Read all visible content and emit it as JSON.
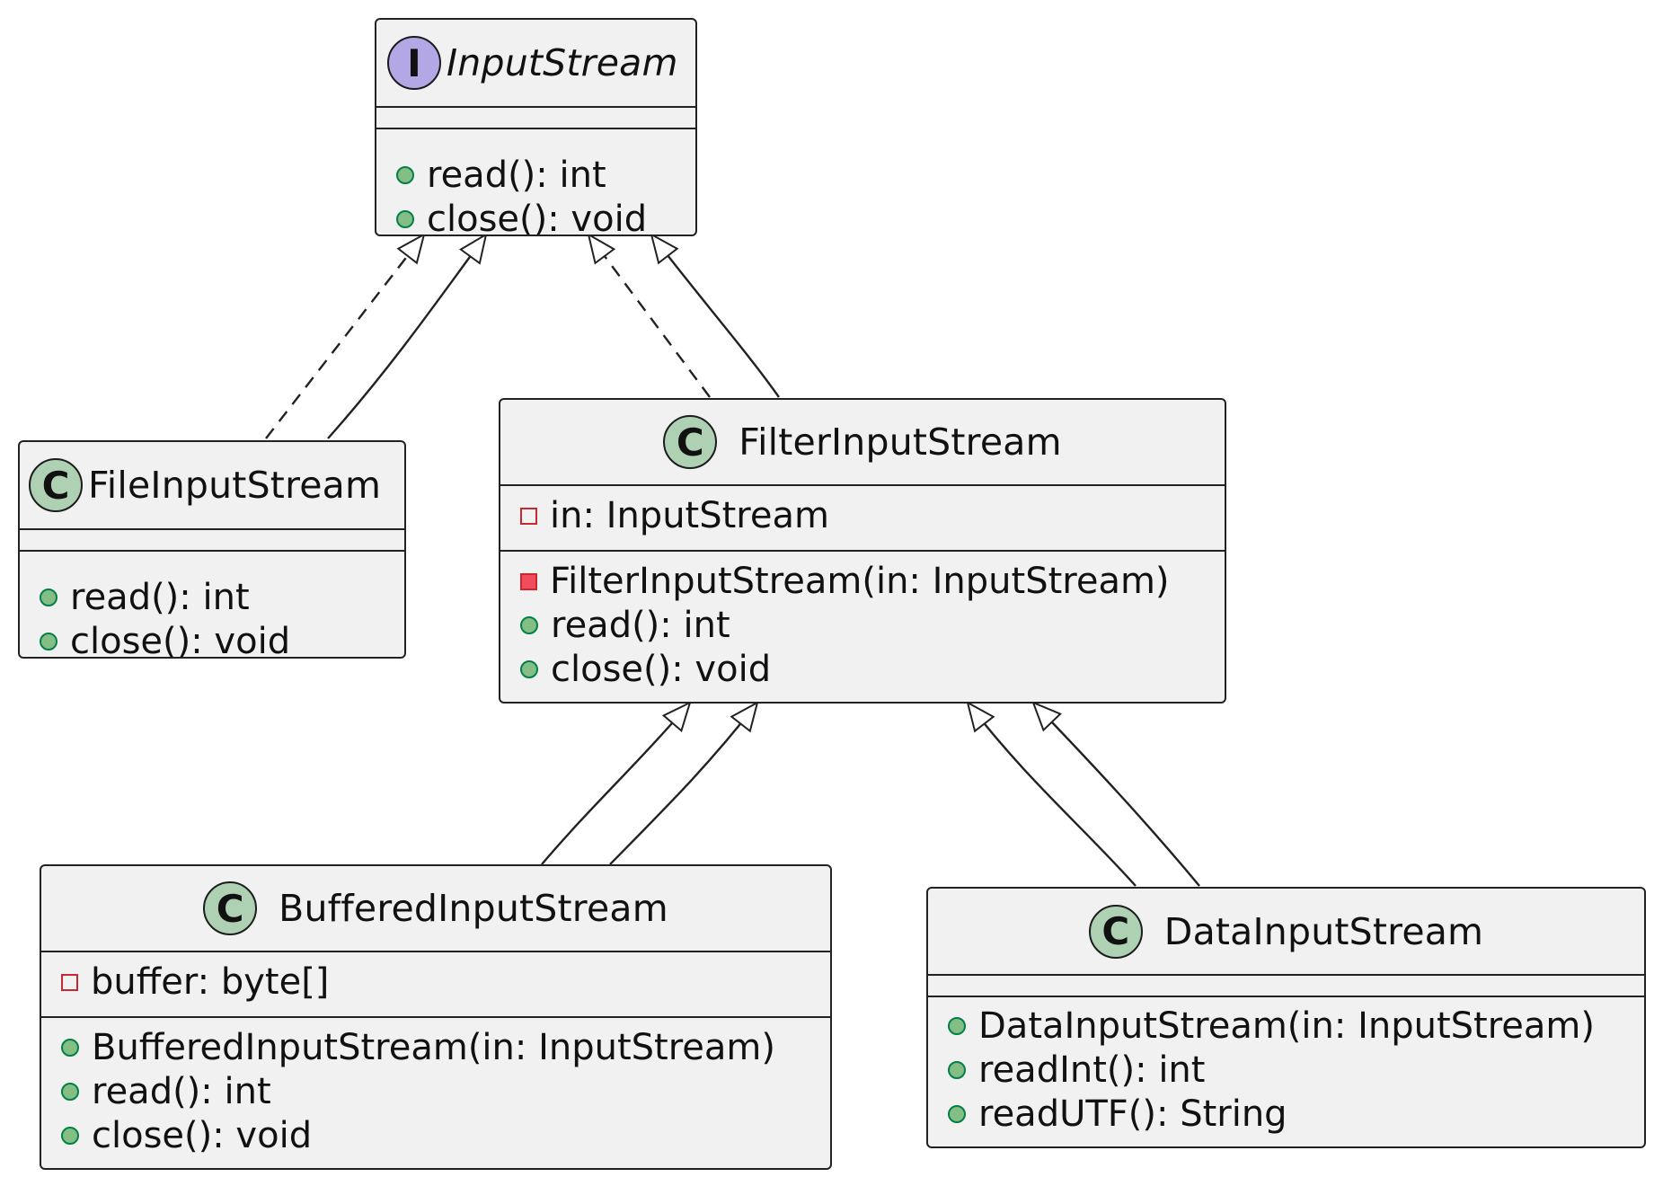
{
  "classes": {
    "input_stream": {
      "kind": "interface",
      "badge": "I",
      "name": "InputStream",
      "fields": [],
      "methods": [
        {
          "visibility": "public",
          "text": "read(): int"
        },
        {
          "visibility": "public",
          "text": "close(): void"
        }
      ]
    },
    "file_input_stream": {
      "kind": "class",
      "badge": "C",
      "name": "FileInputStream",
      "fields": [],
      "methods": [
        {
          "visibility": "public",
          "text": "read(): int"
        },
        {
          "visibility": "public",
          "text": "close(): void"
        }
      ]
    },
    "filter_input_stream": {
      "kind": "class",
      "badge": "C",
      "name": "FilterInputStream",
      "fields": [
        {
          "visibility": "private",
          "text": "in: InputStream"
        }
      ],
      "methods": [
        {
          "visibility": "private",
          "text": "FilterInputStream(in: InputStream)"
        },
        {
          "visibility": "public",
          "text": "read(): int"
        },
        {
          "visibility": "public",
          "text": "close(): void"
        }
      ]
    },
    "buffered_input_stream": {
      "kind": "class",
      "badge": "C",
      "name": "BufferedInputStream",
      "fields": [
        {
          "visibility": "private",
          "text": "buffer: byte[]"
        }
      ],
      "methods": [
        {
          "visibility": "public",
          "text": "BufferedInputStream(in: InputStream)"
        },
        {
          "visibility": "public",
          "text": "read(): int"
        },
        {
          "visibility": "public",
          "text": "close(): void"
        }
      ]
    },
    "data_input_stream": {
      "kind": "class",
      "badge": "C",
      "name": "DataInputStream",
      "fields": [],
      "methods": [
        {
          "visibility": "public",
          "text": "DataInputStream(in: InputStream)"
        },
        {
          "visibility": "public",
          "text": "readInt(): int"
        },
        {
          "visibility": "public",
          "text": "readUTF(): String"
        }
      ]
    }
  },
  "relations": [
    {
      "from": "FileInputStream",
      "to": "InputStream",
      "type": "realization"
    },
    {
      "from": "FileInputStream",
      "to": "InputStream",
      "type": "generalization"
    },
    {
      "from": "FilterInputStream",
      "to": "InputStream",
      "type": "realization"
    },
    {
      "from": "FilterInputStream",
      "to": "InputStream",
      "type": "generalization"
    },
    {
      "from": "BufferedInputStream",
      "to": "FilterInputStream",
      "type": "generalization"
    },
    {
      "from": "BufferedInputStream",
      "to": "FilterInputStream",
      "type": "generalization"
    },
    {
      "from": "DataInputStream",
      "to": "FilterInputStream",
      "type": "generalization"
    },
    {
      "from": "DataInputStream",
      "to": "FilterInputStream",
      "type": "generalization"
    }
  ],
  "icons": {
    "interface_badge": "interface-badge-icon",
    "class_badge": "class-badge-icon",
    "public_marker": "public-visibility-icon",
    "private_marker": "private-visibility-icon"
  },
  "colors": {
    "class_badge": "#add1b2",
    "interface_badge": "#b4a7e5",
    "public_fill": "#84be84",
    "public_stroke": "#038048",
    "private_fill": "#f24d5c",
    "private_stroke": "#c82930",
    "box_fill": "#f1f1f1",
    "line": "#222222"
  }
}
